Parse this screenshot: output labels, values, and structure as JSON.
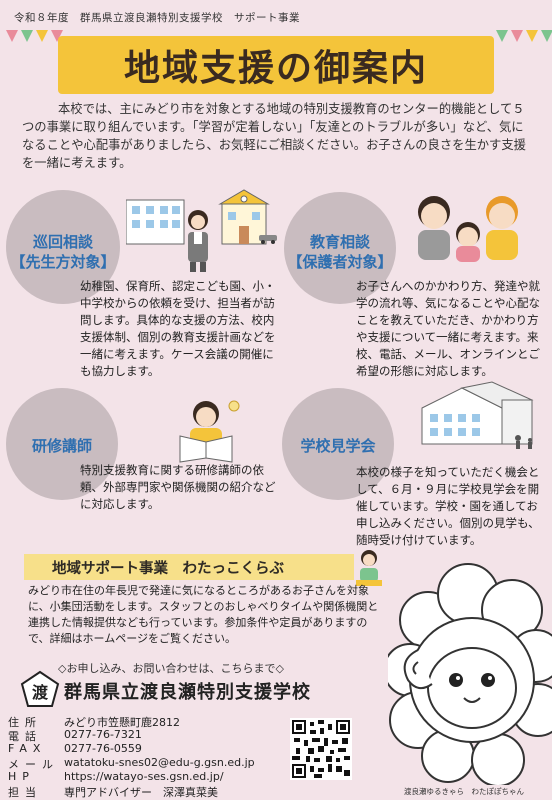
{
  "header": {
    "line": "令和８年度　群馬県立渡良瀬特別支援学校　サポート事業"
  },
  "title": "地域支援の御案内",
  "intro": "本校では、主にみどり市を対象とする地域の特別支援教育のセンター的機能として５つの事業に取り組んでいます。「学習が定着しない」「友達とのトラブルが多い」など、気になることや心配事がありましたら、お気軽にご相談ください。お子さんの良さを生かす支援を一緒に考えます。",
  "services": {
    "visit": {
      "title1": "巡回相談",
      "title2": "【先生方対象】",
      "body": "幼稚園、保育所、認定こども園、小・中学校からの依頼を受け、担当者が訪問します。具体的な支援の方法、校内支援体制、個別の教育支援計画などを一緒に考えます。ケース会議の開催にも協力します。"
    },
    "consult": {
      "title1": "教育相談",
      "title2": "【保護者対象】",
      "body": "お子さんへのかかわり方、発達や就学の流れ等、気になることや心配なことを教えていただき、かかわり方や支援について一緒に考えます。来校、電話、メール、オンラインとご希望の形態に対応します。"
    },
    "training": {
      "title1": "研修講師",
      "body": "特別支援教育に関する研修講師の依頼、外部専門家や関係機関の紹介などに対応します。"
    },
    "tour": {
      "title1": "学校見学会",
      "body": "本校の様子を知っていただく機会として、６月・９月に学校見学会を開催しています。学校・園を通してお申し込みください。個別の見学も、随時受け付けています。"
    }
  },
  "support": {
    "title": "地域サポート事業　わたっこくらぶ",
    "body": "みどり市在住の年長児で発達に気になるところがあるお子さんを対象に、小集団活動をします。スタッフとのおしゃべりタイムや関係機関と連携した情報提供なども行っています。参加条件や定員がありますので、詳細はホームページをご覧ください。"
  },
  "contact": {
    "head": "◇お申し込み、お問い合わせは、こちらまで◇",
    "seal_char": "渡",
    "school": "群馬県立渡良瀬特別支援学校",
    "rows": [
      {
        "label": "住所",
        "value": "みどり市笠懸町鹿2812"
      },
      {
        "label": "電話",
        "value": "0277-76-7321"
      },
      {
        "label": "FAX",
        "value": "0277-76-0559"
      },
      {
        "label": "メール",
        "value": "watatoku-snes02@edu-g.gsn.ed.jp"
      },
      {
        "label": "HP",
        "value": "https://watayo-ses.gsn.ed.jp/"
      },
      {
        "label": "担当",
        "value": "専門アドバイザー　深澤真菜美"
      }
    ]
  },
  "mascot": {
    "caption": "渡良瀬ゆるきゃら　わたぽぽちゃん"
  },
  "colors": {
    "accent_blue": "#2f6fb0",
    "banner_yellow": "#f4c43a",
    "background": "#f3e3e8",
    "circle": "#c9bcc0"
  }
}
